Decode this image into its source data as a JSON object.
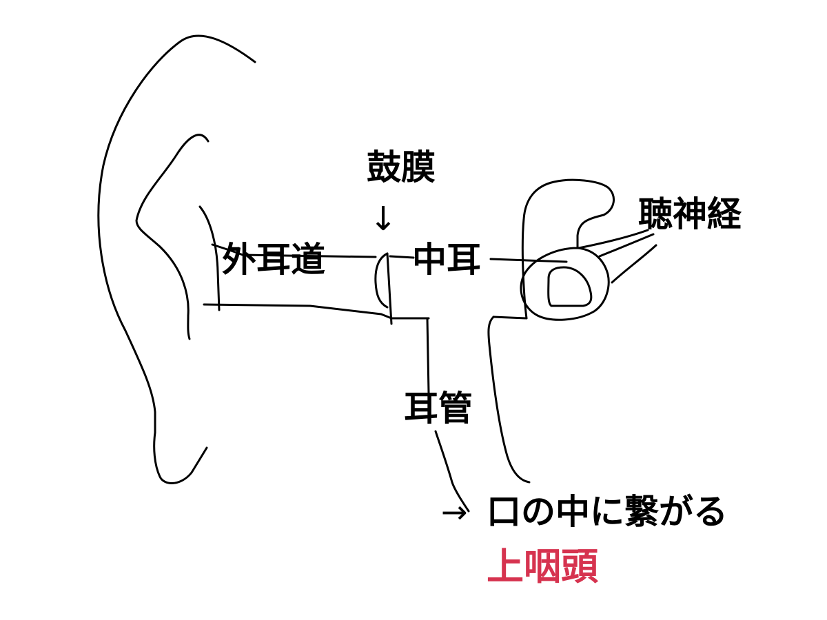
{
  "labels": {
    "eardrum": "鼓膜",
    "eardrum_arrow": "↓",
    "external_canal": "外耳道",
    "middle_ear": "中耳",
    "auditory_nerve": "聴神経",
    "eustachian_tube": "耳管",
    "connect_arrow": "→",
    "connects_to_mouth": "口の中に繋がる",
    "nasopharynx": "上咽頭"
  },
  "colors": {
    "ink": "#000000",
    "highlight": "#d6334f",
    "background": "#ffffff"
  }
}
